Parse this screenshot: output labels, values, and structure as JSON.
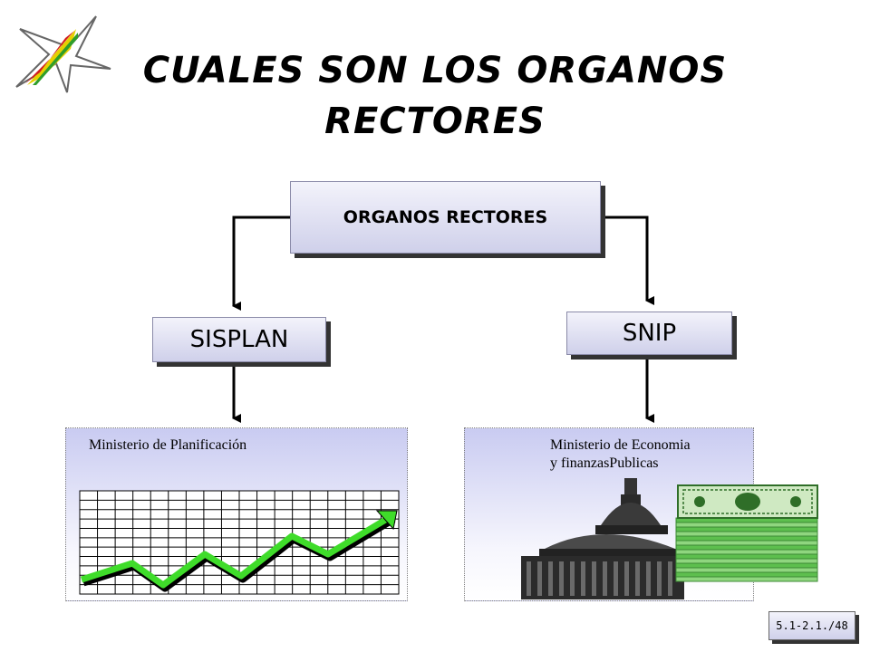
{
  "title": "CUALES SON LOS ORGANOS RECTORES",
  "root_box": {
    "label": "ORGANOS RECTORES"
  },
  "left_box": {
    "label": "SISPLAN"
  },
  "right_box": {
    "label": "SNIP"
  },
  "left_panel": {
    "label": "Ministerio de  Planificación"
  },
  "right_panel": {
    "label_line1": "Ministerio de Economia",
    "label_line2": "y finanzasPublicas"
  },
  "slide_number": "5.1-2.1./48",
  "colors": {
    "box_fill": "#cfd0ea",
    "panel_fill": "#c9cbf1",
    "line_trend": "#3fdc2a",
    "money": "#5dbf4e"
  },
  "icons": [
    "star-logo-icon",
    "grid-chart-icon",
    "capitol-building-icon",
    "money-stack-icon"
  ]
}
